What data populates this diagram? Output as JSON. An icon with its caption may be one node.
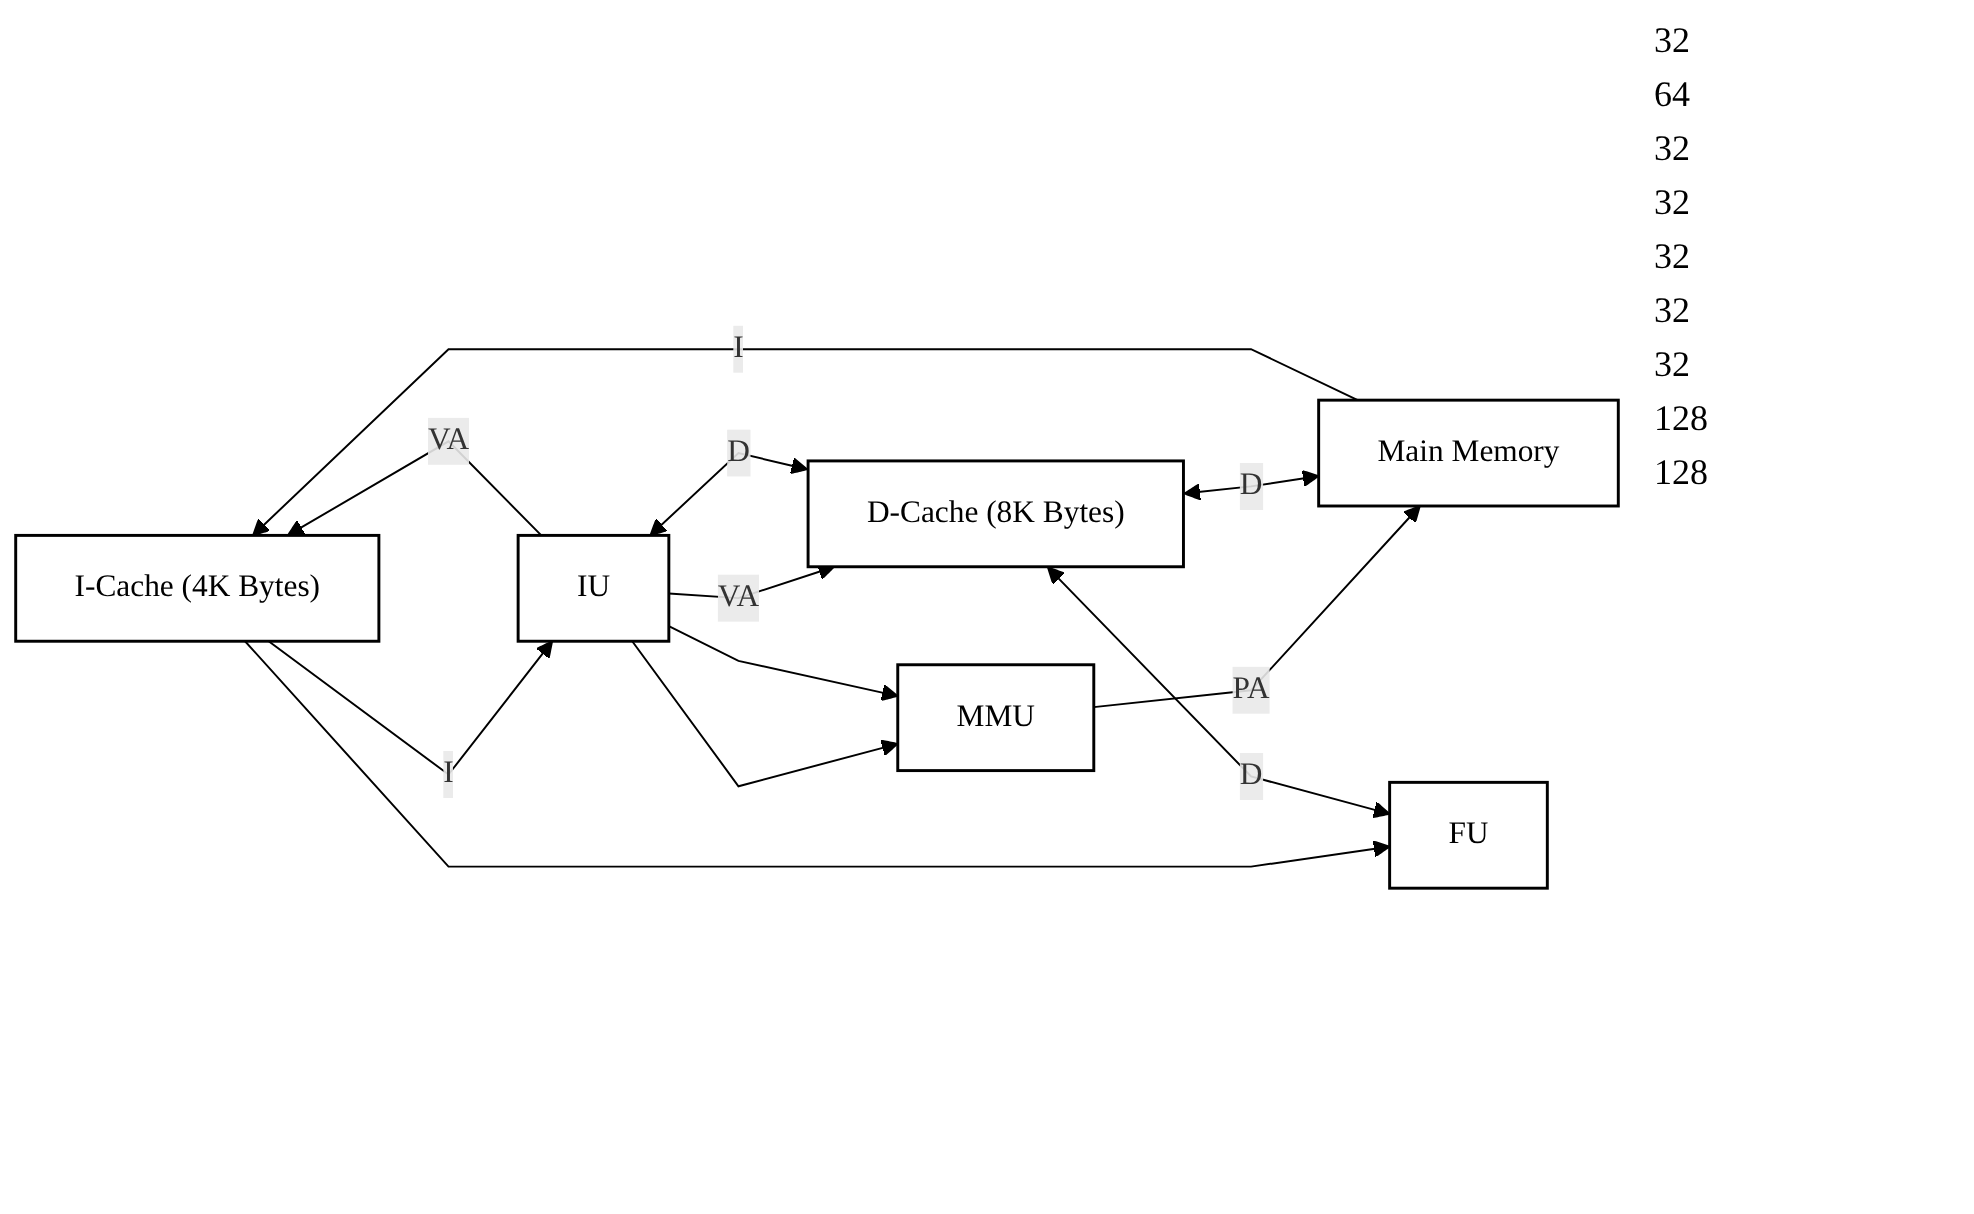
{
  "diagram": {
    "nodes": [
      {
        "text": [
          "I-Cache (4K Bytes)"
        ]
      },
      {
        "text": [
          "Main Memory"
        ]
      },
      {
        "text": [
          "IU"
        ]
      },
      {
        "text": [
          "MMU"
        ]
      },
      {
        "text": [
          "FU"
        ]
      },
      {
        "text": [
          "D-Cache (8K Bytes)"
        ]
      }
    ],
    "edges": [
      {
        "from": 0,
        "to": 2,
        "arrow": "to",
        "label": "I"
      },
      {
        "from": 0,
        "to": 4,
        "arrow": "to"
      },
      {
        "from": 2,
        "to": 0,
        "arrow": "to",
        "label": "VA"
      },
      {
        "from": 2,
        "to": 3,
        "arrow": "to"
      },
      {
        "from": 2,
        "to": 3,
        "arrow": "to"
      },
      {
        "from": 2,
        "to": 5,
        "arrow": "to",
        "label": "VA"
      },
      {
        "from": 1,
        "to": 0,
        "arrow": "to",
        "label": "I"
      },
      {
        "from": 3,
        "to": 1,
        "arrow": "to",
        "label": "PA"
      },
      {
        "from": 5,
        "to": 1,
        "arrow": "both",
        "label": "D"
      },
      {
        "from": 5,
        "to": 2,
        "arrow": "both",
        "label": "D"
      },
      {
        "from": 5,
        "to": 4,
        "arrow": "both",
        "label": "D"
      }
    ],
    "labels": [
      "32",
      "64",
      "32",
      "32",
      "32",
      "32",
      "32",
      "128",
      "128"
    ]
  }
}
